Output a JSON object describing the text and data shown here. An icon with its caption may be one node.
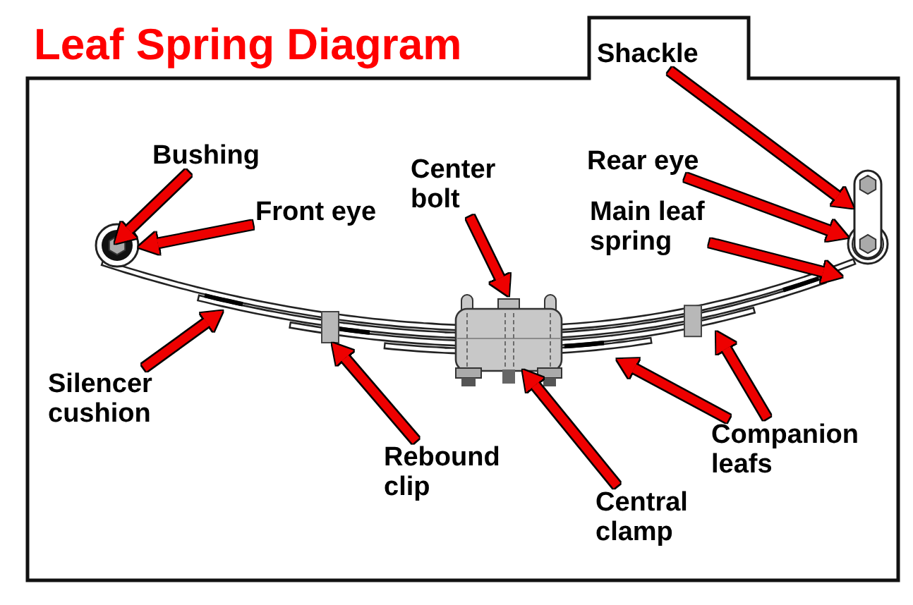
{
  "diagram": {
    "title": "Leaf Spring Diagram",
    "nodes": [
      {
        "text": [
          "Shackle"
        ]
      },
      {
        "text": [
          "Bushing"
        ]
      },
      {
        "text": [
          "Front eye"
        ]
      },
      {
        "text": [
          "Center bolt"
        ]
      },
      {
        "text": [
          "Rear eye"
        ]
      },
      {
        "text": [
          "Main leaf spring"
        ]
      },
      {
        "text": [
          "Silencer cushion"
        ]
      },
      {
        "text": [
          "Rebound clip"
        ]
      },
      {
        "text": [
          "Central clamp"
        ]
      },
      {
        "text": [
          "Companion leafs"
        ]
      }
    ],
    "edges": [
      {
        "from": 0,
        "to": null,
        "arrow": "to"
      },
      {
        "from": 1,
        "to": null,
        "arrow": "to"
      },
      {
        "from": 2,
        "to": null,
        "arrow": "to"
      },
      {
        "from": 3,
        "to": null,
        "arrow": "to"
      },
      {
        "from": 4,
        "to": null,
        "arrow": "to"
      },
      {
        "from": 5,
        "to": null,
        "arrow": "to"
      },
      {
        "from": 6,
        "to": null,
        "arrow": "to"
      },
      {
        "from": 7,
        "to": null,
        "arrow": "to"
      },
      {
        "from": 8,
        "to": null,
        "arrow": "to"
      },
      {
        "from": 9,
        "to": null,
        "arrow": "to"
      },
      {
        "from": 9,
        "to": null,
        "arrow": "to"
      }
    ]
  }
}
